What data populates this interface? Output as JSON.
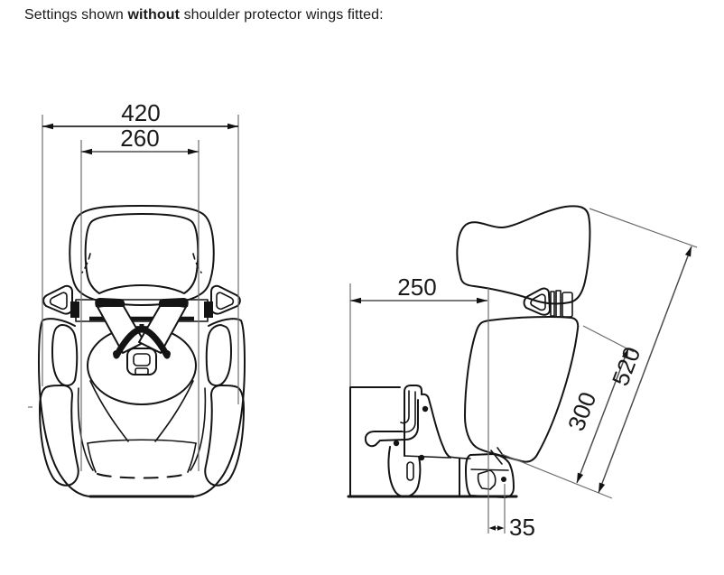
{
  "caption": {
    "before": "Settings shown ",
    "bold": "without",
    "after": " shoulder protector wings fitted:"
  },
  "dimensions": {
    "front_overall_width": {
      "value": "420"
    },
    "front_backrest_width": {
      "value": "260"
    },
    "side_seat_depth": {
      "value": "250"
    },
    "side_backrest_height": {
      "value": "300"
    },
    "side_overall_height": {
      "value": "520"
    },
    "side_base_offset": {
      "value": "35"
    }
  },
  "colors": {
    "outline": "#141414",
    "dimension_line": "#4d4d4d",
    "label_text": "#1a1a1a",
    "background": "#ffffff"
  }
}
